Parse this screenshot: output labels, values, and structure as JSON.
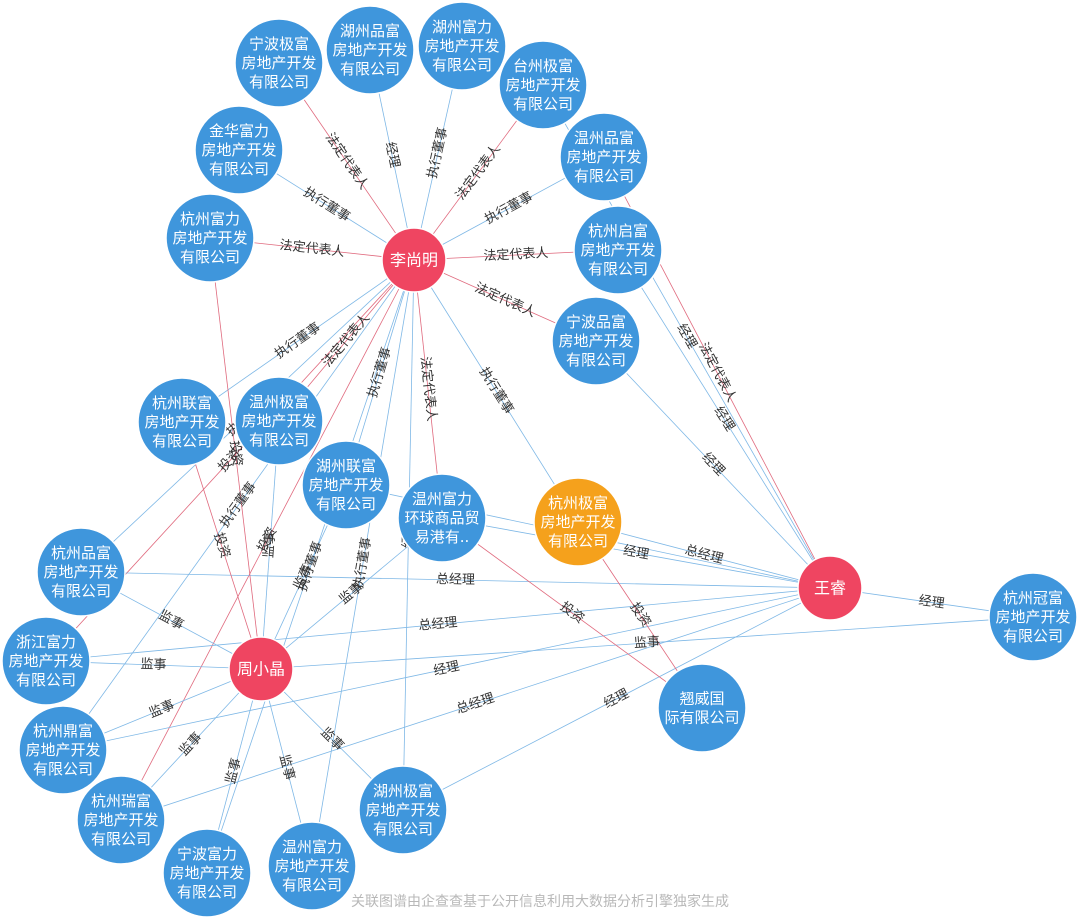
{
  "footer": "关联图谱由企查查基于公开信息利用大数据分析引擎独家生成",
  "colors": {
    "company": "#3f96dc",
    "highlight": "#f5a11c",
    "person": "#ef4561",
    "edge_blue": "#7fb8e6",
    "edge_red": "#e06a7e"
  },
  "nodes": [
    {
      "id": "c1",
      "type": "company",
      "lines": [
        "宁波极富",
        "房地产开发",
        "有限公司"
      ]
    },
    {
      "id": "c2",
      "type": "company",
      "lines": [
        "湖州品富",
        "房地产开发",
        "有限公司"
      ]
    },
    {
      "id": "c3",
      "type": "company",
      "lines": [
        "湖州富力",
        "房地产开发",
        "有限公司"
      ]
    },
    {
      "id": "c4",
      "type": "company",
      "lines": [
        "台州极富",
        "房地产开发",
        "有限公司"
      ]
    },
    {
      "id": "c5",
      "type": "company",
      "lines": [
        "金华富力",
        "房地产开发",
        "有限公司"
      ]
    },
    {
      "id": "c6",
      "type": "company",
      "lines": [
        "温州品富",
        "房地产开发",
        "有限公司"
      ]
    },
    {
      "id": "c7",
      "type": "company",
      "lines": [
        "杭州富力",
        "房地产开发",
        "有限公司"
      ]
    },
    {
      "id": "c8",
      "type": "company",
      "lines": [
        "杭州启富",
        "房地产开发",
        "有限公司"
      ]
    },
    {
      "id": "c9",
      "type": "company",
      "lines": [
        "宁波品富",
        "房地产开发",
        "有限公司"
      ]
    },
    {
      "id": "c10",
      "type": "company",
      "lines": [
        "杭州联富",
        "房地产开发",
        "有限公司"
      ]
    },
    {
      "id": "c11",
      "type": "company",
      "lines": [
        "温州极富",
        "房地产开发",
        "有限公司"
      ]
    },
    {
      "id": "c12",
      "type": "company",
      "lines": [
        "湖州联富",
        "房地产开发",
        "有限公司"
      ]
    },
    {
      "id": "c13",
      "type": "company",
      "lines": [
        "温州富力",
        "环球商品贸",
        "易港有.."
      ]
    },
    {
      "id": "c14",
      "type": "company",
      "highlight": true,
      "lines": [
        "杭州极富",
        "房地产开发",
        "有限公司"
      ]
    },
    {
      "id": "c15",
      "type": "company",
      "lines": [
        "杭州品富",
        "房地产开发",
        "有限公司"
      ]
    },
    {
      "id": "c16",
      "type": "company",
      "lines": [
        "浙江富力",
        "房地产开发",
        "有限公司"
      ]
    },
    {
      "id": "c17",
      "type": "company",
      "lines": [
        "杭州鼎富",
        "房地产开发",
        "有限公司"
      ]
    },
    {
      "id": "c18",
      "type": "company",
      "lines": [
        "杭州瑞富",
        "房地产开发",
        "有限公司"
      ]
    },
    {
      "id": "c19",
      "type": "company",
      "lines": [
        "宁波富力",
        "房地产开发",
        "有限公司"
      ]
    },
    {
      "id": "c20",
      "type": "company",
      "lines": [
        "温州富力",
        "房地产开发",
        "有限公司"
      ]
    },
    {
      "id": "c21",
      "type": "company",
      "lines": [
        "湖州极富",
        "房地产开发",
        "有限公司"
      ]
    },
    {
      "id": "c22",
      "type": "company",
      "lines": [
        "翘威国",
        "际有限公司"
      ]
    },
    {
      "id": "c23",
      "type": "company",
      "lines": [
        "杭州冠富",
        "房地产开发",
        "有限公司"
      ]
    },
    {
      "id": "p1",
      "type": "person",
      "lines": [
        "李尚明"
      ]
    },
    {
      "id": "p2",
      "type": "person",
      "lines": [
        "王睿"
      ]
    },
    {
      "id": "p3",
      "type": "person",
      "lines": [
        "周小晶"
      ]
    }
  ],
  "edges": [
    {
      "from": "p1",
      "to": "c1",
      "label": "法定代表人"
    },
    {
      "from": "p1",
      "to": "c2",
      "label": "经理"
    },
    {
      "from": "p1",
      "to": "c3",
      "label": "执行董事"
    },
    {
      "from": "p1",
      "to": "c4",
      "label": "法定代表人"
    },
    {
      "from": "p1",
      "to": "c5",
      "label": "执行董事"
    },
    {
      "from": "p1",
      "to": "c6",
      "label": "执行董事"
    },
    {
      "from": "p1",
      "to": "c7",
      "label": "法定代表人"
    },
    {
      "from": "p1",
      "to": "c8",
      "label": "法定代表人"
    },
    {
      "from": "p1",
      "to": "c9",
      "label": "法定代表人"
    },
    {
      "from": "p1",
      "to": "c10",
      "label": "执行董事"
    },
    {
      "from": "p1",
      "to": "c11",
      "label": "法定代表人"
    },
    {
      "from": "p1",
      "to": "c12",
      "label": "执行董事"
    },
    {
      "from": "p1",
      "to": "c13",
      "label": "法定代表人"
    },
    {
      "from": "p1",
      "to": "c14",
      "label": "执行董事"
    },
    {
      "from": "p1",
      "to": "c15",
      "label": "执行董事"
    },
    {
      "from": "p1",
      "to": "c16",
      "label": "投资"
    },
    {
      "from": "p1",
      "to": "c17",
      "label": "执行董事"
    },
    {
      "from": "p1",
      "to": "c18",
      "label": "投资"
    },
    {
      "from": "p1",
      "to": "c19",
      "label": "执行董事"
    },
    {
      "from": "p1",
      "to": "c20",
      "label": "执行董事"
    },
    {
      "from": "p1",
      "to": "c21",
      "label": "经理"
    },
    {
      "from": "p2",
      "to": "c8",
      "label": "经理"
    },
    {
      "from": "p2",
      "to": "c9",
      "label": "经理"
    },
    {
      "from": "p2",
      "to": "c6",
      "label": "法定代表人"
    },
    {
      "from": "p2",
      "to": "c4",
      "label": "经理"
    },
    {
      "from": "p2",
      "to": "c14",
      "label": "总经理"
    },
    {
      "from": "p2",
      "to": "c13",
      "label": "经理"
    },
    {
      "from": "p2",
      "to": "c23",
      "label": "经理"
    },
    {
      "from": "p2",
      "to": "c15",
      "label": "总经理"
    },
    {
      "from": "p2",
      "to": "c16",
      "label": "总经理"
    },
    {
      "from": "p2",
      "to": "c17",
      "label": "经理"
    },
    {
      "from": "p2",
      "to": "c18",
      "label": "总经理"
    },
    {
      "from": "p2",
      "to": "c21",
      "label": "经理"
    },
    {
      "from": "p2",
      "to": "c12",
      "label": "经理"
    },
    {
      "from": "p3",
      "to": "c16",
      "label": "监事"
    },
    {
      "from": "p3",
      "to": "c15",
      "label": "监事"
    },
    {
      "from": "p3",
      "to": "c17",
      "label": "监事"
    },
    {
      "from": "p3",
      "to": "c18",
      "label": "监事"
    },
    {
      "from": "p3",
      "to": "c19",
      "label": "监事"
    },
    {
      "from": "p3",
      "to": "c20",
      "label": "监事"
    },
    {
      "from": "p3",
      "to": "c21",
      "label": "监事"
    },
    {
      "from": "p3",
      "to": "c10",
      "label": "投资"
    },
    {
      "from": "p3",
      "to": "c11",
      "label": "监事"
    },
    {
      "from": "p3",
      "to": "c12",
      "label": "监事"
    },
    {
      "from": "p3",
      "to": "c13",
      "label": "监事"
    },
    {
      "from": "p3",
      "to": "c7",
      "label": "投资"
    },
    {
      "from": "p3",
      "to": "c23",
      "label": "监事"
    },
    {
      "from": "c22",
      "to": "c14",
      "label": "投资"
    },
    {
      "from": "c22",
      "to": "c13",
      "label": "投资"
    }
  ]
}
